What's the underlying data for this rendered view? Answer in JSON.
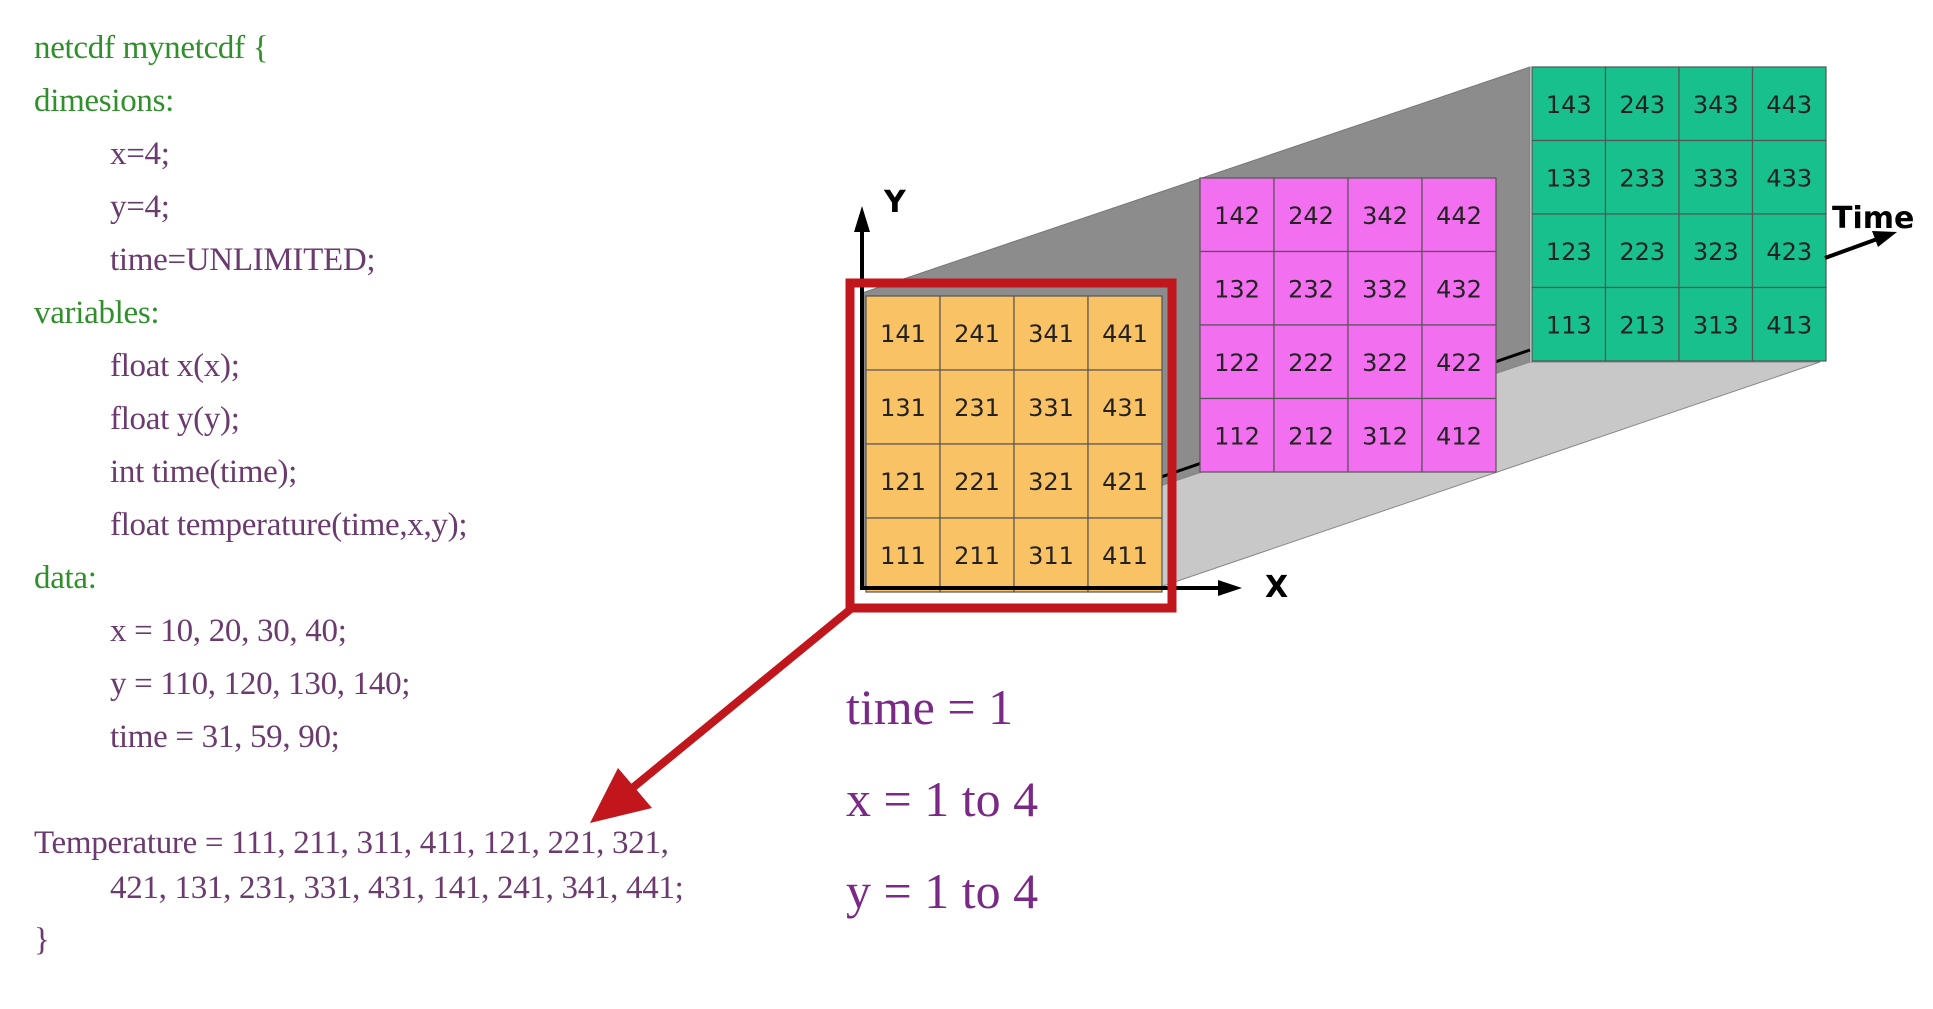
{
  "cdl": {
    "header": "netcdf mynetcdf {",
    "dimensions_label": "dimesions:",
    "dims": [
      "x=4;",
      "y=4;",
      "time=UNLIMITED;"
    ],
    "variables_label": "variables:",
    "vars": [
      "float x(x);",
      "float y(y);",
      "int time(time);",
      "float temperature(time,x,y);"
    ],
    "data_label": "data:",
    "data_lines": [
      "x = 10, 20, 30, 40;",
      "y = 110, 120, 130, 140;",
      "time = 31, 59, 90;"
    ],
    "temperature_line1": "Temperature = 111, 211, 311, 411, 121, 221, 321,",
    "temperature_line2": "421, 131, 231, 331, 431, 141, 241, 341, 441;",
    "closing": "}"
  },
  "annotation": {
    "time": "time = 1",
    "x": "x = 1 to 4",
    "y": "y = 1 to 4"
  },
  "axes": {
    "y": "Y",
    "x": "X",
    "time": "Time"
  },
  "grids": [
    {
      "name": "time-1",
      "color": "#f9c265",
      "rows": [
        [
          "141",
          "241",
          "341",
          "441"
        ],
        [
          "131",
          "231",
          "331",
          "431"
        ],
        [
          "121",
          "221",
          "321",
          "421"
        ],
        [
          "111",
          "211",
          "311",
          "411"
        ]
      ]
    },
    {
      "name": "time-2",
      "color": "#f26ff0",
      "rows": [
        [
          "142",
          "242",
          "342",
          "442"
        ],
        [
          "132",
          "232",
          "332",
          "432"
        ],
        [
          "122",
          "222",
          "322",
          "422"
        ],
        [
          "112",
          "212",
          "312",
          "412"
        ]
      ]
    },
    {
      "name": "time-3",
      "color": "#17c08c",
      "rows": [
        [
          "143",
          "243",
          "343",
          "443"
        ],
        [
          "133",
          "233",
          "333",
          "433"
        ],
        [
          "123",
          "223",
          "323",
          "423"
        ],
        [
          "113",
          "213",
          "313",
          "413"
        ]
      ]
    }
  ],
  "colors": {
    "keyword": "#2f8f2a",
    "code_text": "#6b3a6e",
    "annotation": "#7a2a86",
    "highlight": "#c0161c",
    "prism_dark": "#8c8c8c",
    "prism_light": "#c8c8c8"
  }
}
